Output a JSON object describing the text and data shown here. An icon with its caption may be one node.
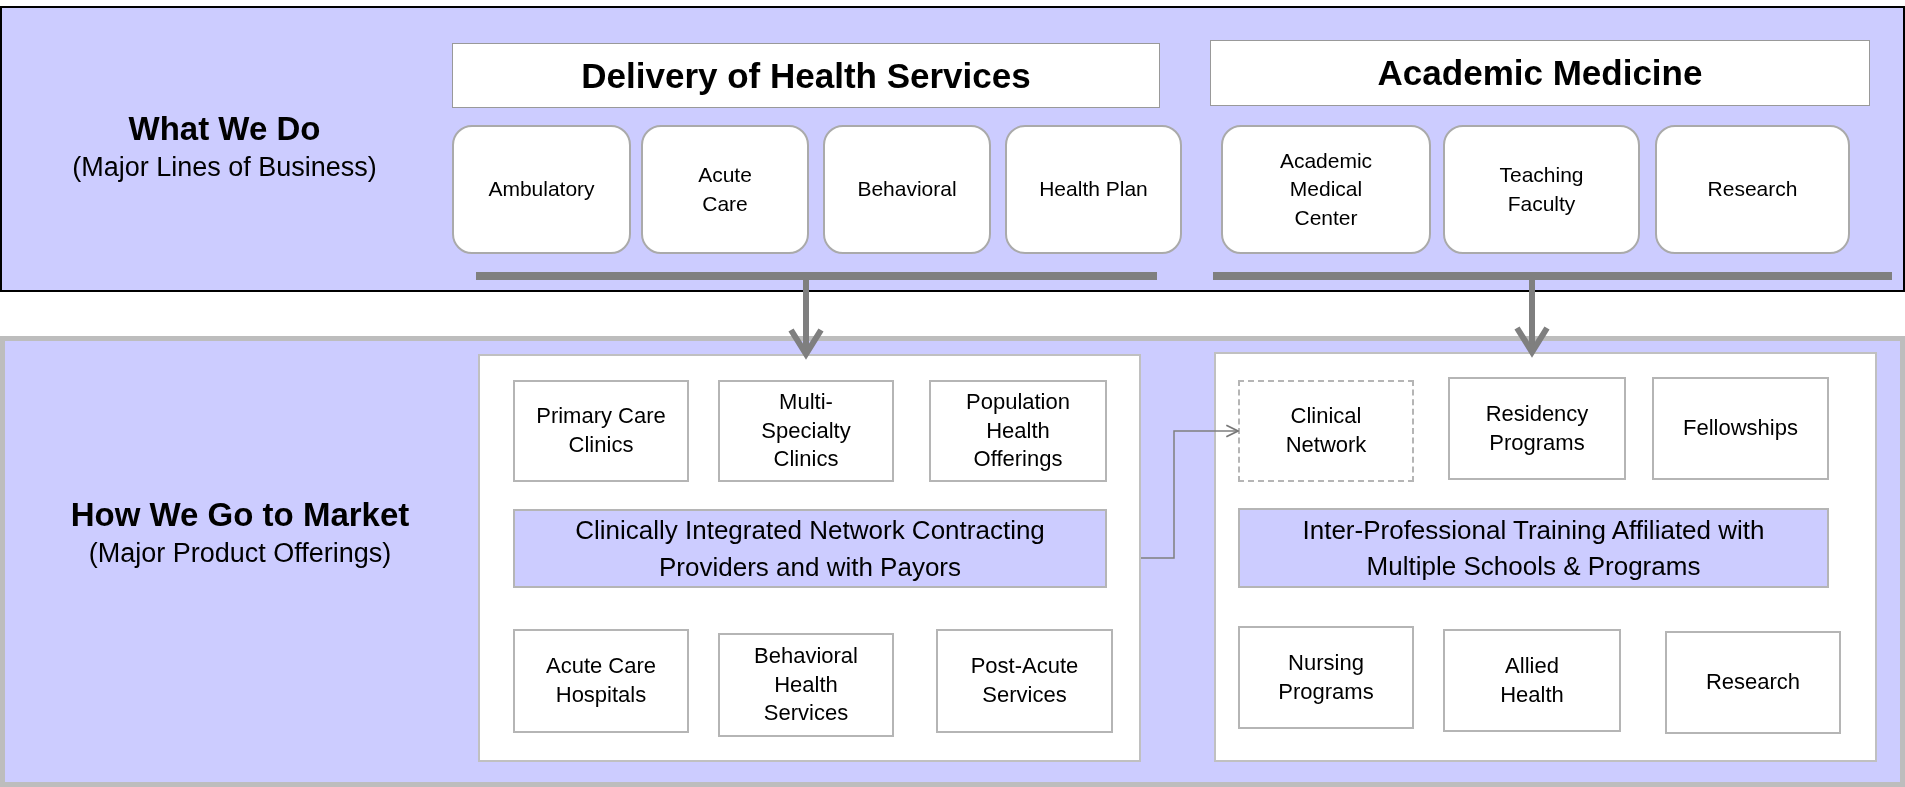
{
  "diagram": {
    "nodes": [
      {
        "text": [
          "What We Do",
          "(Major Lines of Business)"
        ]
      },
      {
        "text": [
          "Delivery of Health Services"
        ],
        "in": 0
      },
      {
        "text": [
          "Ambulatory"
        ],
        "in": 0
      },
      {
        "text": [
          "Acute Care"
        ],
        "in": 0
      },
      {
        "text": [
          "Behavioral"
        ],
        "in": 0
      },
      {
        "text": [
          "Health Plan"
        ],
        "in": 0
      },
      {
        "text": [
          "Academic Medicine"
        ],
        "in": 0
      },
      {
        "text": [
          "Academic Medical Center"
        ],
        "in": 0
      },
      {
        "text": [
          "Teaching Faculty"
        ],
        "in": 0
      },
      {
        "text": [
          "Research"
        ],
        "in": 0
      },
      {
        "text": [],
        "shape": "bar",
        "in": 0
      },
      {
        "text": [],
        "shape": "bar",
        "in": 0
      },
      {
        "text": [
          "How We Go to Market",
          "(Major Product Offerings)"
        ]
      },
      {
        "text": [],
        "shape": "box",
        "in": 12
      },
      {
        "text": [
          "Primary Care Clinics"
        ],
        "in": 13
      },
      {
        "text": [
          "Multi-Specialty Clinics"
        ],
        "in": 13
      },
      {
        "text": [
          "Population Health Offerings"
        ],
        "in": 13
      },
      {
        "text": [
          "Clinically Integrated Network Contracting Providers and with Payors"
        ],
        "in": 13
      },
      {
        "text": [
          "Acute Care Hospitals"
        ],
        "in": 13
      },
      {
        "text": [
          "Behavioral Health Services"
        ],
        "in": 13
      },
      {
        "text": [
          "Post-Acute Services"
        ],
        "in": 13
      },
      {
        "text": [],
        "shape": "box",
        "in": 12
      },
      {
        "text": [
          "Clinical Network"
        ],
        "in": 21
      },
      {
        "text": [
          "Residency Programs"
        ],
        "in": 21
      },
      {
        "text": [
          "Fellowships"
        ],
        "in": 21
      },
      {
        "text": [
          "Inter-Professional Training Affiliated with Multiple Schools & Programs"
        ],
        "in": 21
      },
      {
        "text": [
          "Nursing Programs"
        ],
        "in": 21
      },
      {
        "text": [
          "Allied Health"
        ],
        "in": 21
      },
      {
        "text": [
          "Research"
        ],
        "in": 21
      }
    ],
    "edges": [
      {
        "from": 10,
        "to": 13,
        "arrow": "to"
      },
      {
        "from": 11,
        "to": 21,
        "arrow": "to"
      },
      {
        "from": 13,
        "to": 22,
        "arrow": "to"
      }
    ]
  }
}
